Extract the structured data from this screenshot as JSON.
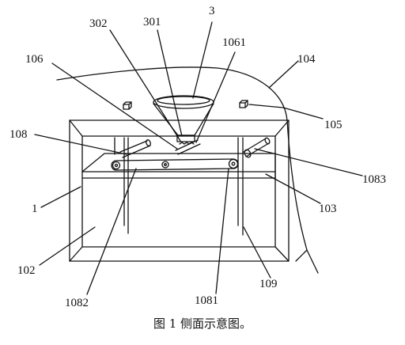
{
  "figure": {
    "caption": "图 1 侧面示意图。",
    "labels": {
      "l_302": "302",
      "l_301": "301",
      "l_3": "3",
      "l_1061": "1061",
      "l_106": "106",
      "l_104": "104",
      "l_105": "105",
      "l_108": "108",
      "l_1083": "1083",
      "l_1": "1",
      "l_103": "103",
      "l_102": "102",
      "l_109": "109",
      "l_1082": "1082",
      "l_1081": "1081"
    }
  }
}
